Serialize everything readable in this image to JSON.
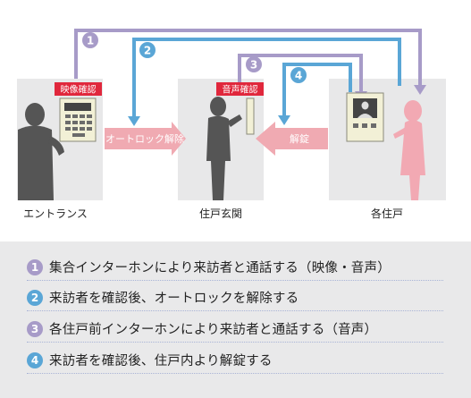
{
  "locations": {
    "entrance": "エントランス",
    "unit_entry": "住戸玄関",
    "unit": "各住戸"
  },
  "tags": {
    "video_check": "映像確認",
    "audio_check": "音声確認"
  },
  "arrows": {
    "autolock_release": "オートロック解除",
    "unlock": "解錠"
  },
  "route_numbers": [
    "1",
    "2",
    "3",
    "4"
  ],
  "steps": [
    {
      "num": "1",
      "text": "集合インターホンにより来訪者と通話する（映像・音声）",
      "color": "#a79bc8"
    },
    {
      "num": "2",
      "text": "来訪者を確認後、オートロックを解除する",
      "color": "#5aa6d6"
    },
    {
      "num": "3",
      "text": "各住戸前インターホンにより来訪者と通話する（音声）",
      "color": "#a79bc8"
    },
    {
      "num": "4",
      "text": "来訪者を確認後、住戸内より解錠する",
      "color": "#5aa6d6"
    }
  ],
  "colors": {
    "purple_line": "#a79bc8",
    "blue_line": "#5aa6d6",
    "tag_red": "#e0273c",
    "arrow_pink": "#f0aab2",
    "panel_gray": "#e8e8e9",
    "person_dark": "#555555",
    "person_pink": "#f2a9b3"
  }
}
